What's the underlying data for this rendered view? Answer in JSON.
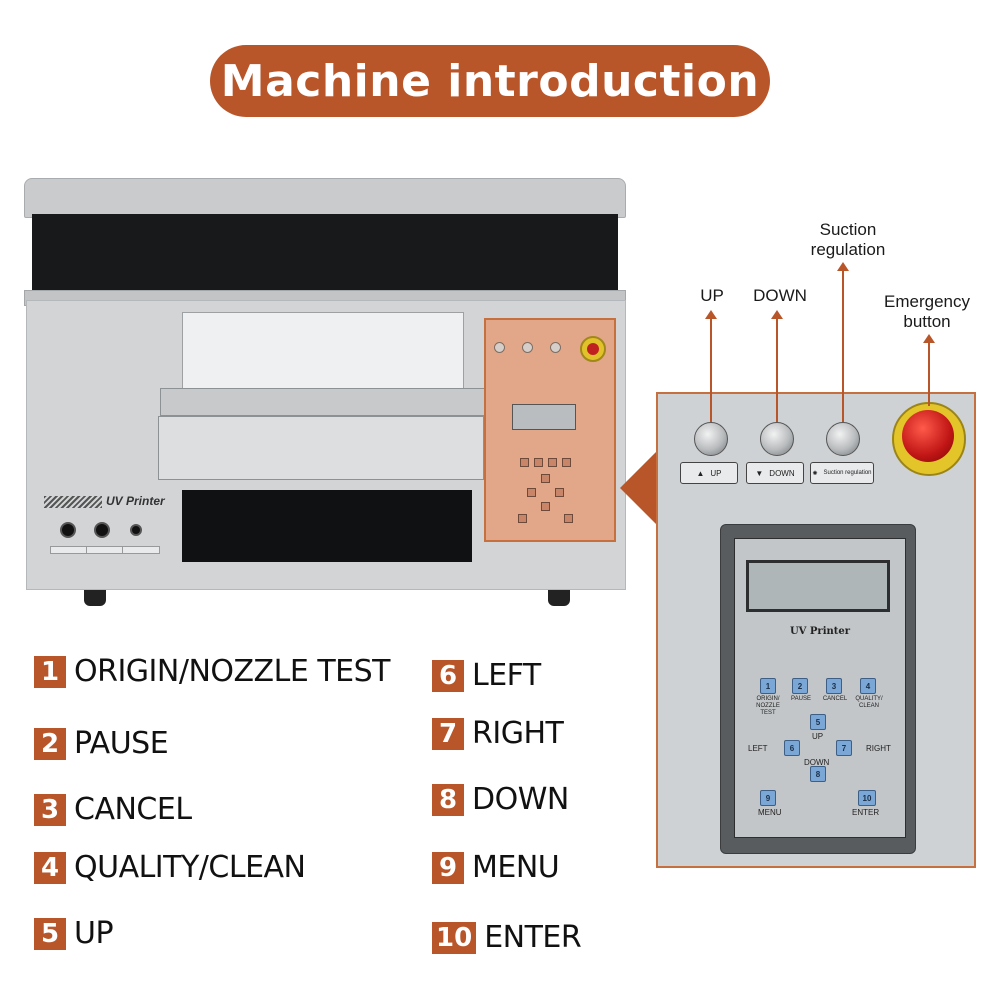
{
  "title": "Machine introduction",
  "printer": {
    "model_label": "UV Printer"
  },
  "panel": {
    "brand": "UV Printer",
    "buttons": [
      {
        "label": "UP",
        "icon": "triangle-up-icon"
      },
      {
        "label": "DOWN",
        "icon": "triangle-down-icon"
      },
      {
        "label": "Suction regulation",
        "icon": "fan-icon"
      }
    ],
    "keys": [
      {
        "num": "1",
        "label": "ORIGIN/ NOZZLE TEST"
      },
      {
        "num": "2",
        "label": "PAUSE"
      },
      {
        "num": "3",
        "label": "CANCEL"
      },
      {
        "num": "4",
        "label": "QUALITY/ CLEAN"
      },
      {
        "num": "5",
        "label": "UP"
      },
      {
        "num": "6",
        "label": "LEFT"
      },
      {
        "num": "7",
        "label": "RIGHT"
      },
      {
        "num": "8",
        "label": "DOWN"
      },
      {
        "num": "9",
        "label": "MENU"
      },
      {
        "num": "10",
        "label": "ENTER"
      }
    ]
  },
  "callouts": {
    "up": "UP",
    "down": "DOWN",
    "suction_line1": "Suction",
    "suction_line2": "regulation",
    "emergency_line1": "Emergency",
    "emergency_line2": "button"
  },
  "legend": [
    {
      "num": "1",
      "text": "ORIGIN/NOZZLE TEST"
    },
    {
      "num": "2",
      "text": "PAUSE"
    },
    {
      "num": "3",
      "text": "CANCEL"
    },
    {
      "num": "4",
      "text": "QUALITY/CLEAN"
    },
    {
      "num": "5",
      "text": "UP"
    },
    {
      "num": "6",
      "text": "LEFT"
    },
    {
      "num": "7",
      "text": "RIGHT"
    },
    {
      "num": "8",
      "text": "DOWN"
    },
    {
      "num": "9",
      "text": "MENU"
    },
    {
      "num": "10",
      "text": "ENTER"
    }
  ],
  "colors": {
    "accent": "#b8562a",
    "key_blue": "#7aa7d6",
    "estop_red": "#c01515",
    "estop_yellow": "#e3c52a"
  }
}
